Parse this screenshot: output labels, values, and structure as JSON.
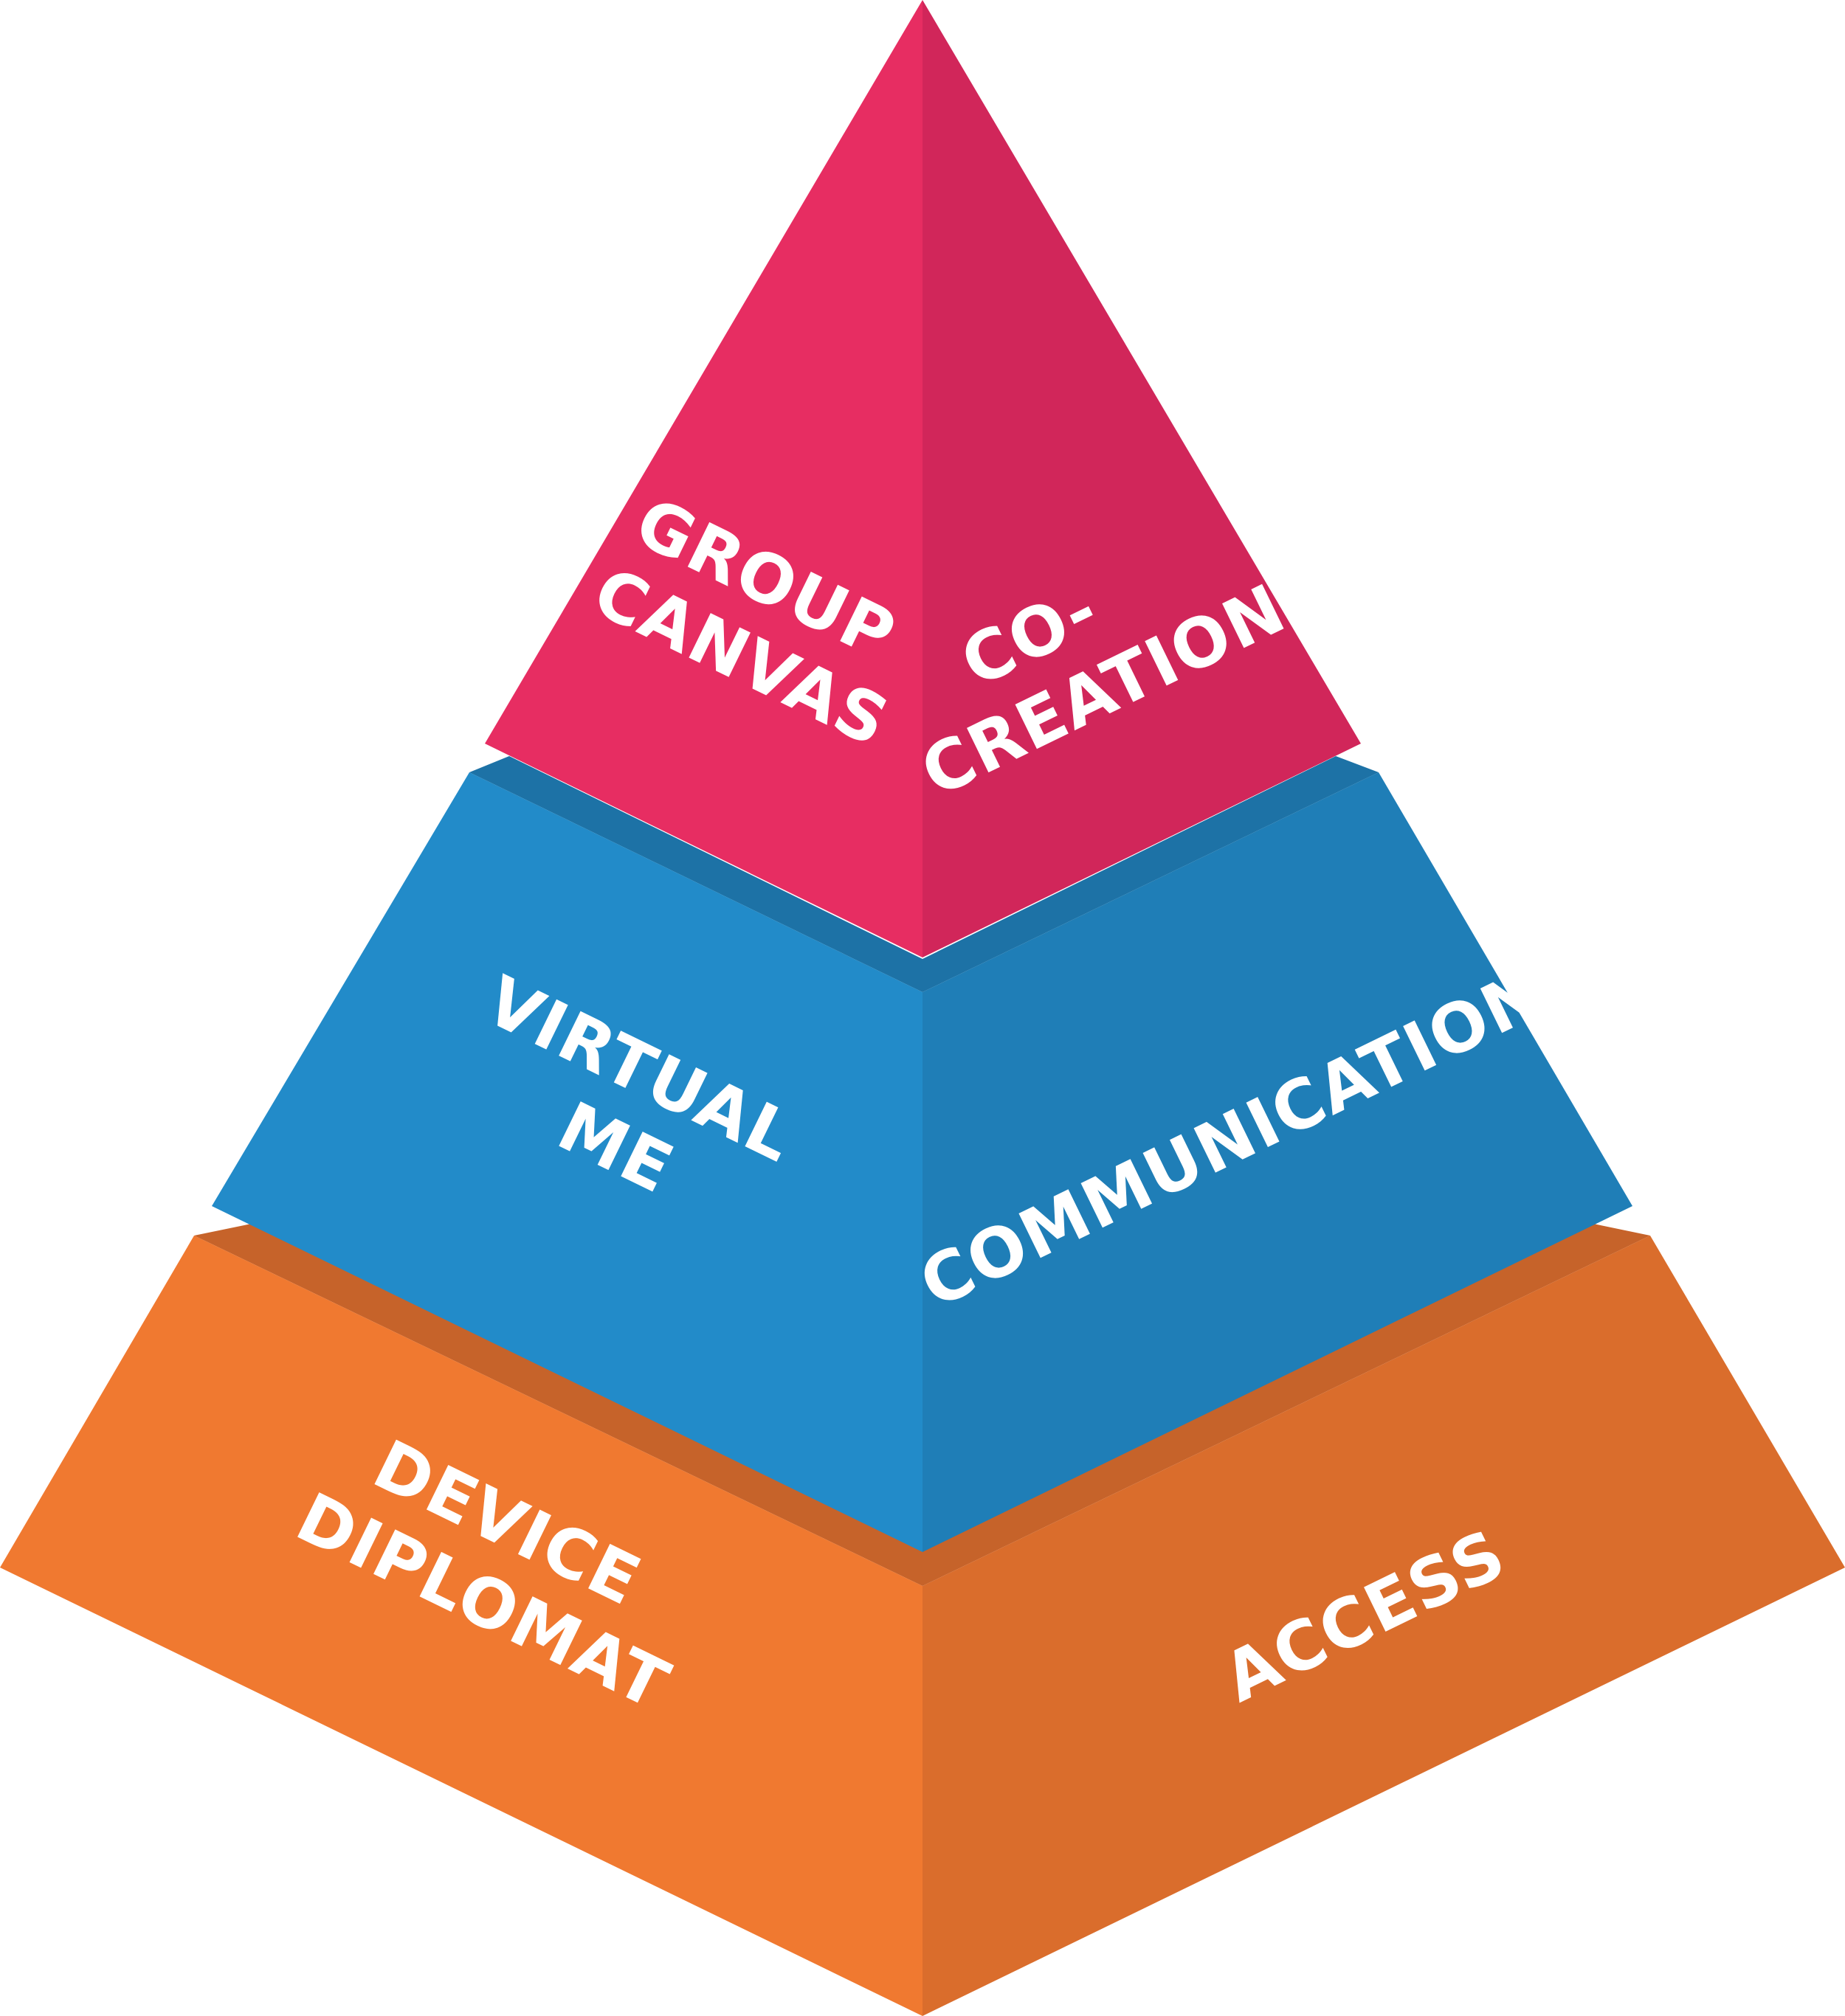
{
  "pyramid": {
    "tiers": [
      {
        "id": "top",
        "left_label": [
          "GROUP",
          "CANVAS"
        ],
        "right_label": [
          "CO-",
          "CREATION"
        ],
        "colors": {
          "left": "#E72D62",
          "right": "#D1265A"
        }
      },
      {
        "id": "middle",
        "left_label": [
          "VIRTUAL",
          "ME"
        ],
        "right_label": [
          "COMMUNICATION"
        ],
        "colors": {
          "left": "#228BC9",
          "right": "#1F7EB7",
          "ledge": "#1D72A6"
        }
      },
      {
        "id": "bottom",
        "left_label": [
          "DEVICE",
          "DIPLOMAT"
        ],
        "right_label": [
          "ACCESS"
        ],
        "colors": {
          "left": "#F07930",
          "right": "#DA6D2C",
          "ledge": "#C6632A"
        }
      }
    ]
  }
}
